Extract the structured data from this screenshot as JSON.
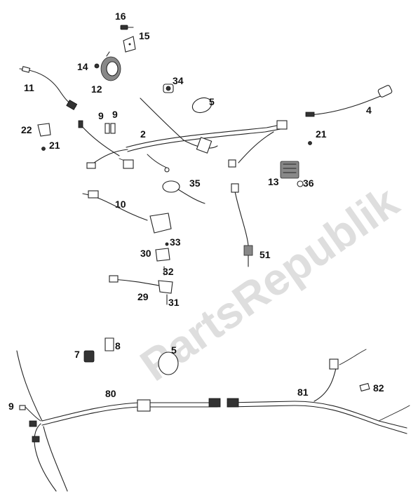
{
  "watermark": "PartsRepublik",
  "callouts": [
    {
      "id": "c16",
      "text": "16"
    },
    {
      "id": "c15",
      "text": "15"
    },
    {
      "id": "c14",
      "text": "14"
    },
    {
      "id": "c12",
      "text": "12"
    },
    {
      "id": "c11",
      "text": "11"
    },
    {
      "id": "c34",
      "text": "34"
    },
    {
      "id": "c5a",
      "text": "5"
    },
    {
      "id": "c4",
      "text": "4"
    },
    {
      "id": "c9a",
      "text": "9"
    },
    {
      "id": "c9b",
      "text": "9"
    },
    {
      "id": "c2",
      "text": "2"
    },
    {
      "id": "c22",
      "text": "22"
    },
    {
      "id": "c21a",
      "text": "21"
    },
    {
      "id": "c21b",
      "text": "21"
    },
    {
      "id": "c13",
      "text": "13"
    },
    {
      "id": "c36",
      "text": "36"
    },
    {
      "id": "c35",
      "text": "35"
    },
    {
      "id": "c10",
      "text": "10"
    },
    {
      "id": "c33",
      "text": "33"
    },
    {
      "id": "c30",
      "text": "30"
    },
    {
      "id": "c32",
      "text": "32"
    },
    {
      "id": "c51",
      "text": "51"
    },
    {
      "id": "c29",
      "text": "29"
    },
    {
      "id": "c31",
      "text": "31"
    },
    {
      "id": "c8",
      "text": "8"
    },
    {
      "id": "c7",
      "text": "7"
    },
    {
      "id": "c5b",
      "text": "5"
    },
    {
      "id": "c80",
      "text": "80"
    },
    {
      "id": "c81",
      "text": "81"
    },
    {
      "id": "c82",
      "text": "82"
    },
    {
      "id": "c9c",
      "text": "9"
    }
  ]
}
